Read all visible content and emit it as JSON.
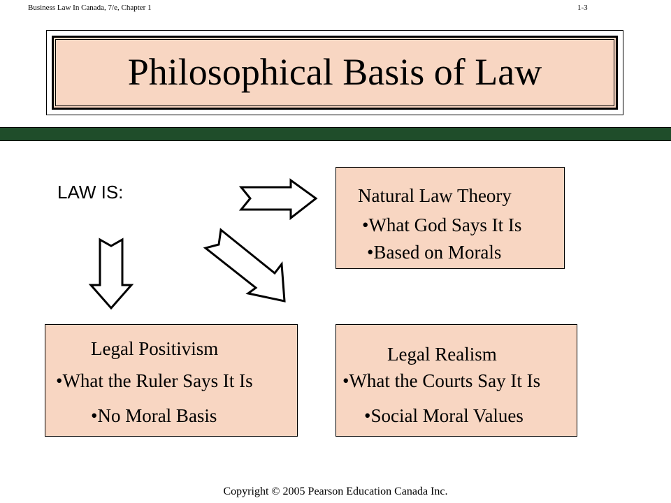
{
  "header": {
    "left_text": "Business Law In Canada, 7/e, Chapter 1",
    "right_text": "1-3"
  },
  "title": "Philosophical Basis of Law",
  "diagram": {
    "root_label": "LAW  IS:",
    "natural_law": {
      "heading": "Natural Law Theory",
      "points": [
        "•What God Says It Is",
        "•Based on Morals"
      ]
    },
    "legal_positivism": {
      "heading": "Legal Positivism",
      "points": [
        "•What the Ruler Says It Is",
        "•No Moral Basis"
      ]
    },
    "legal_realism": {
      "heading": "Legal Realism",
      "points": [
        "•What the Courts Say It Is",
        "•Social Moral Values"
      ]
    }
  },
  "footer": "Copyright © 2005 Pearson Education Canada Inc.",
  "colors": {
    "box_fill": "#f8d6c2",
    "bar_green": "#1f4d2a",
    "text": "#000000"
  }
}
